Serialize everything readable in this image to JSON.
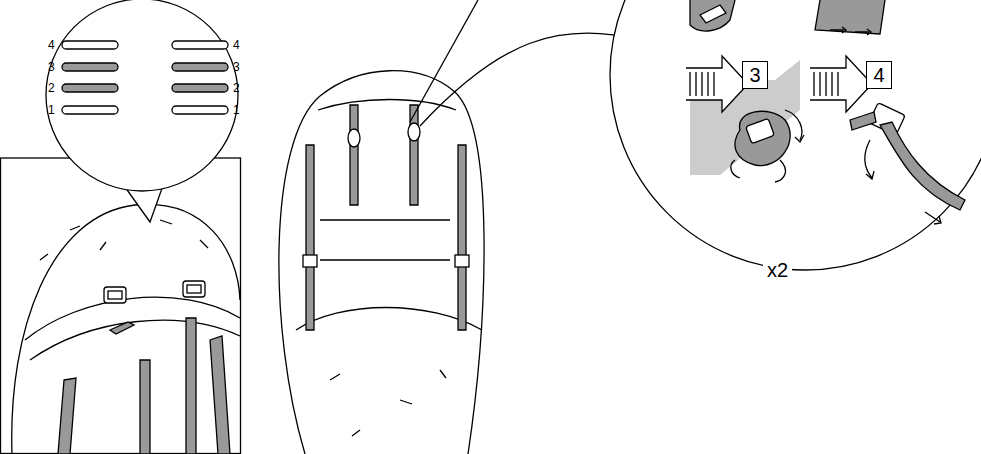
{
  "diagram": {
    "nodes": [
      {
        "text": [
          "3"
        ]
      },
      {
        "text": [
          "4"
        ]
      }
    ],
    "labels": [
      "4",
      "3",
      "2",
      "1",
      "4",
      "3",
      "2",
      "1",
      "x2"
    ]
  }
}
